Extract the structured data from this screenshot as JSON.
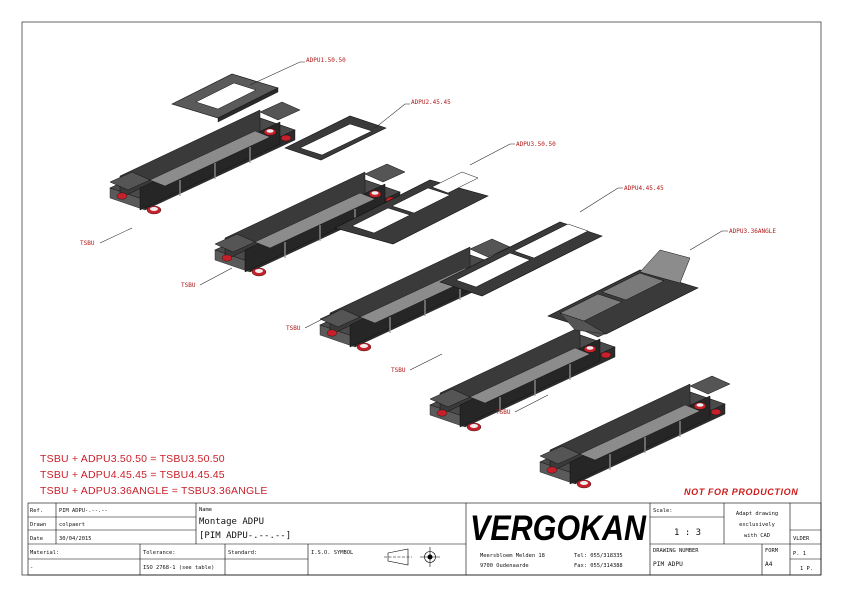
{
  "callouts": {
    "adpu1": "ADPU1.50.50",
    "adpu2": "ADPU2.45.45",
    "adpu3": "ADPU3.50.50",
    "adpu4": "ADPU4.45.45",
    "adpu5": "ADPU3.36ANGLE",
    "tsbu": "TSBU"
  },
  "formulas": [
    "TSBU + ADPU3.50.50 = TSBU3.50.50",
    "TSBU + ADPU4.45.45 = TSBU4.45.45",
    "TSBU + ADPU3.36ANGLE = TSBU3.36ANGLE"
  ],
  "not_for_production": "NOT FOR PRODUCTION",
  "title_block": {
    "ref_label": "Ref.",
    "ref_value": "PIM ADPU-.--.--",
    "drawn_label": "Drawn",
    "drawn_value": "colpaert",
    "date_label": "Date",
    "date_value": "30/04/2015",
    "name_label": "Name",
    "name_line1": "Montage ADPU",
    "name_line2": "[PIM ADPU-.--.--]",
    "material_label": "Material:",
    "material_value": "-",
    "tolerance_label": "Tolerance:",
    "tolerance_value": "ISO 2768-1 (see table)",
    "standard_label": "Standard:",
    "iso_symbol_label": "I.S.O. SYMBOL",
    "company": "VERGOKAN",
    "address1": "Meersbloem Melden 18",
    "address2": "9700 Oudenaarde",
    "tel": "Tel: 055/318335",
    "fax": "Fax: 055/314388",
    "scale_label": "Scale:",
    "scale_value": "1 : 3",
    "adapt_line1": "Adapt drawing",
    "adapt_line2": "exclusively",
    "adapt_line3": "with CAD",
    "drawing_number_label": "DRAWING NUMBER",
    "drawing_number_value": "PIM ADPU",
    "form_label": "FORM",
    "form_value": "A4",
    "vlder": "VLDER",
    "page_current": "P. 1",
    "page_total": "1 P."
  },
  "colors": {
    "part_dark": "#3c3c3c",
    "part_mid": "#707070",
    "part_light": "#a8a8a8",
    "accent_red": "#c8202a"
  }
}
